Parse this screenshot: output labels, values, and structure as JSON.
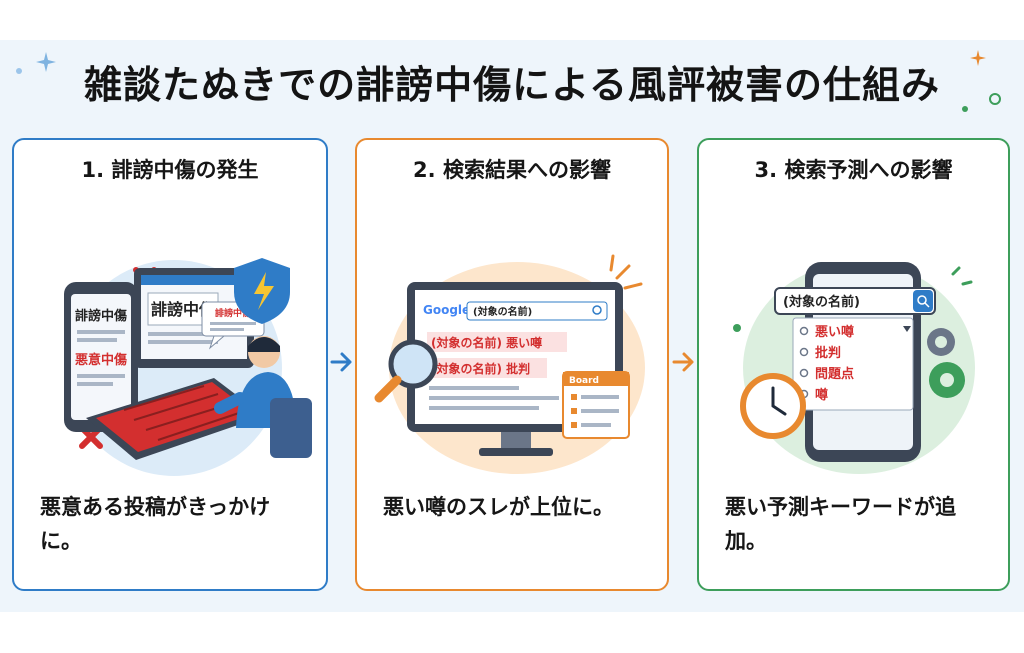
{
  "title": "雑談たぬきでの誹謗中傷による風評被害の仕組み",
  "colors": {
    "blue": "#2f7cc7",
    "orange": "#e8892f",
    "green": "#3d9e5b",
    "red": "#d32f2f"
  },
  "steps": [
    {
      "heading": "1. 誹謗中傷の発生",
      "description": "悪意ある投稿がきっかけに。",
      "illustration": {
        "phone_text_1": "誹謗中傷",
        "phone_text_2": "悪意中傷",
        "monitor_text": "誹謗中傷",
        "bubble_text": "誹謗中傷"
      }
    },
    {
      "heading": "2. 検索結果への影響",
      "description": "悪い噂のスレが上位に。",
      "illustration": {
        "search_logo": "Google",
        "search_query": "(対象の名前)",
        "result_1": "(対象の名前) 悪い噂",
        "result_2": "(対象の名前) 批判",
        "board_label": "Board"
      }
    },
    {
      "heading": "3. 検索予測への影響",
      "description": "悪い予測キーワードが追加。",
      "illustration": {
        "search_query": "(対象の名前)",
        "suggestions": [
          "悪い噂",
          "批判",
          "問題点",
          "噂"
        ]
      }
    }
  ]
}
